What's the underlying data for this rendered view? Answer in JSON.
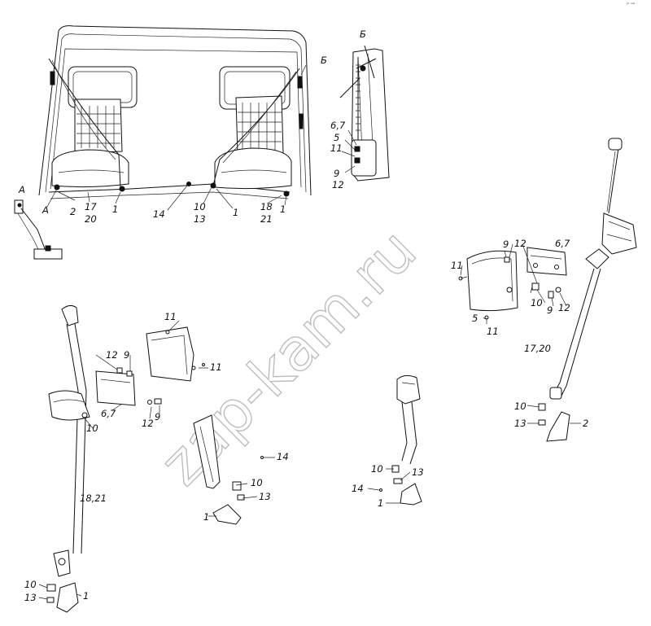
{
  "watermark": "zap-kam.ru",
  "corner_mark": "ᵖᵗ ʷʷ",
  "labels": {
    "A_top": "А",
    "A_mid": "А",
    "B_head": "Б",
    "B_cab": "Б",
    "c_2": "2",
    "c_17": "17",
    "c_20": "20",
    "c_1a": "1",
    "c_14": "14",
    "c_10": "10",
    "c_13": "13",
    "c_1b": "1",
    "c_18": "18",
    "c_21": "21",
    "c_1c": "1",
    "b_67": "6,7",
    "b_5": "5",
    "b_11": "11",
    "b_9": "9",
    "b_12": "12",
    "r_9": "9",
    "r_12": "12",
    "r_67": "6,7",
    "r_11a": "11",
    "r_5": "5",
    "r_11b": "11",
    "r_10": "10",
    "r_9b": "9",
    "r_12b": "12",
    "r_1720": "17,20",
    "r_10b": "10",
    "r_13": "13",
    "r_2": "2",
    "m_11a": "11",
    "m_12": "12",
    "m_9": "9",
    "m_11b": "11",
    "m_67": "6,7",
    "m_12b": "12",
    "m_9b": "9",
    "l_10": "10",
    "l_1821": "18,21",
    "l_10b": "10",
    "l_13": "13",
    "l_1": "1",
    "c2_14": "14",
    "c2_10": "10",
    "c2_13": "13",
    "c2_1": "1",
    "k_10": "10",
    "k_13": "13",
    "k_14": "14",
    "k_1": "1"
  }
}
